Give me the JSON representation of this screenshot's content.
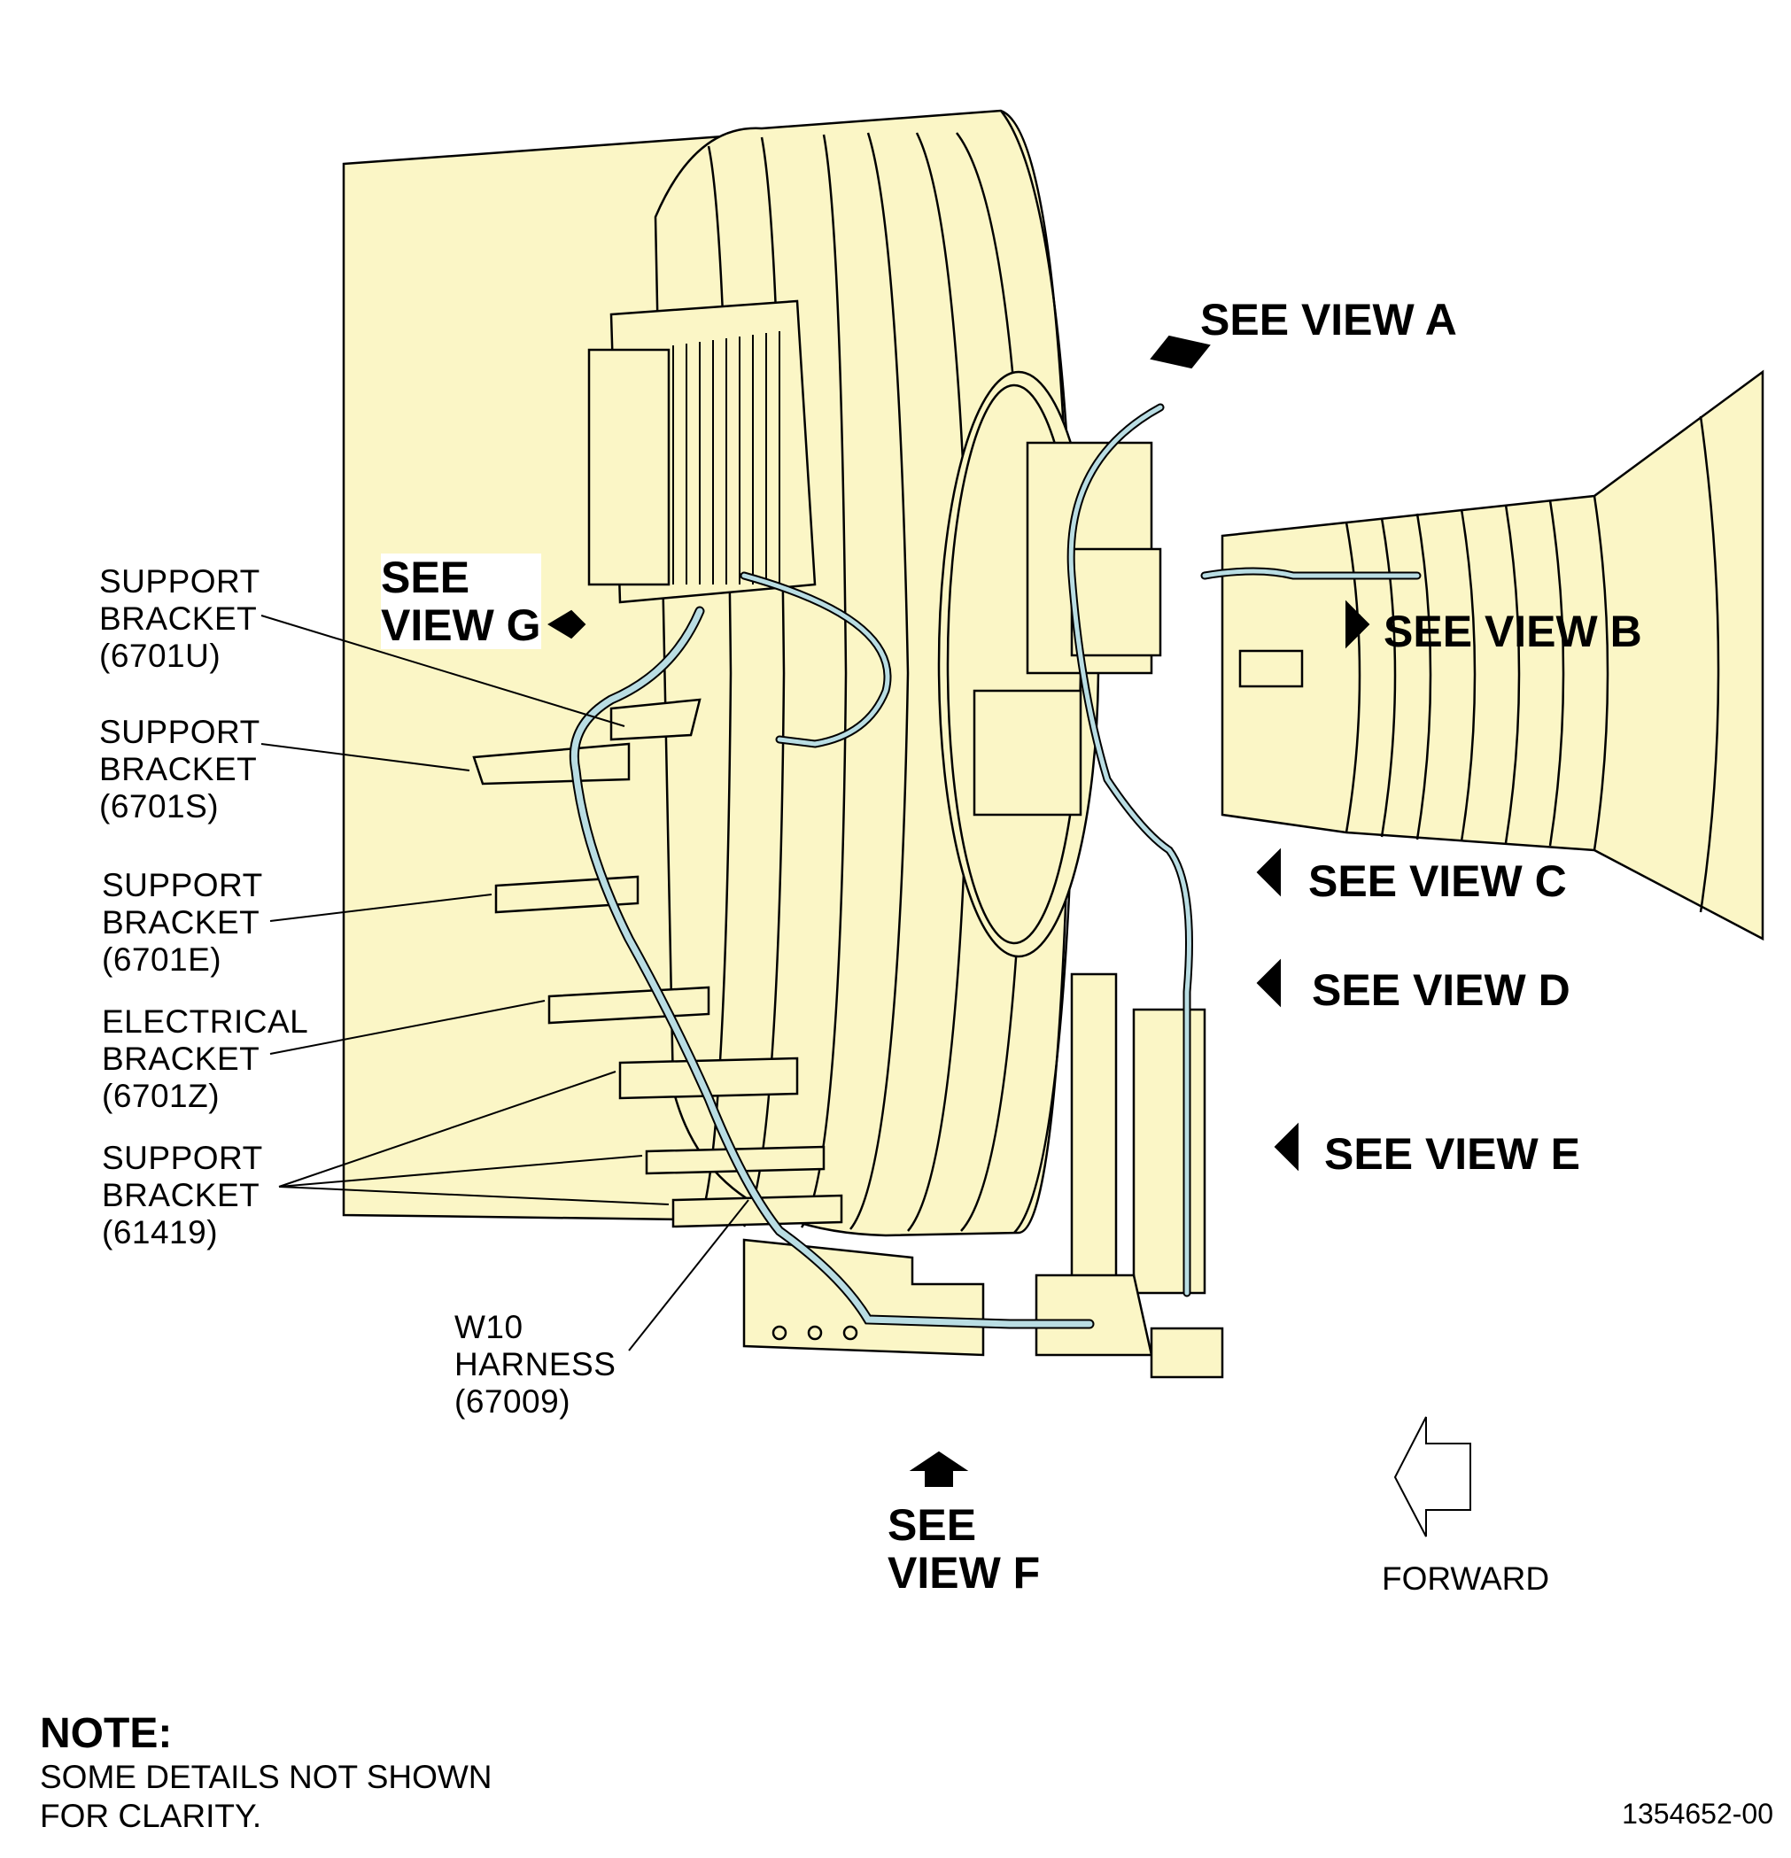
{
  "callouts": {
    "support_6701u": [
      "SUPPORT",
      "BRACKET",
      "(6701U)"
    ],
    "support_6701s": [
      "SUPPORT",
      "BRACKET",
      "(6701S)"
    ],
    "support_6701e": [
      "SUPPORT",
      "BRACKET",
      "(6701E)"
    ],
    "electrical_6701z": [
      "ELECTRICAL",
      "BRACKET",
      "(6701Z)"
    ],
    "support_61419": [
      "SUPPORT",
      "BRACKET",
      "(61419)"
    ],
    "w10_harness": [
      "W10",
      "HARNESS",
      "(67009)"
    ]
  },
  "views": {
    "a": "SEE VIEW A",
    "b": "SEE VIEW B",
    "c": "SEE VIEW C",
    "d": "SEE VIEW D",
    "e": "SEE VIEW E",
    "f": [
      "SEE",
      "VIEW F"
    ],
    "g": [
      "SEE",
      "VIEW G"
    ]
  },
  "forward_label": "FORWARD",
  "note": {
    "title": "NOTE:",
    "lines": [
      "SOME DETAILS NOT SHOWN",
      "FOR CLARITY."
    ]
  },
  "doc_number": "1354652-00",
  "colors": {
    "body_fill": "#fbf6c6",
    "harness": "#b9dde3",
    "line": "#000000"
  }
}
